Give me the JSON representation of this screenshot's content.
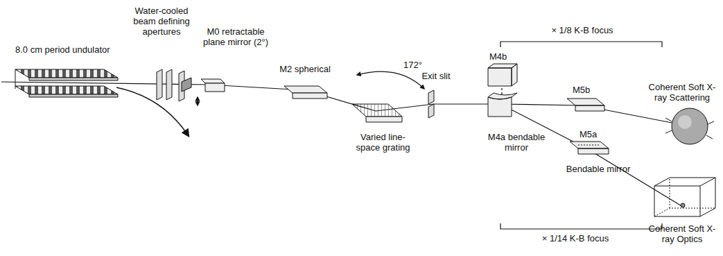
{
  "diagram": {
    "labels": [
      "Water-cooled beam defining apertures",
      "8.0 cm period undulator",
      "M0 retractable plane mirror (2°)",
      "M2 spherical",
      "172°",
      "Varied line-space grating",
      "Exit slit",
      "M4b",
      "M4a bendable mirror",
      "× 1/8 K-B focus",
      "M5b",
      "Coherent Soft X-ray Scattering",
      "M5a",
      "Bendable mirror",
      "× 1/14 K-B focus",
      "Coherent Soft X-ray Optics"
    ]
  }
}
